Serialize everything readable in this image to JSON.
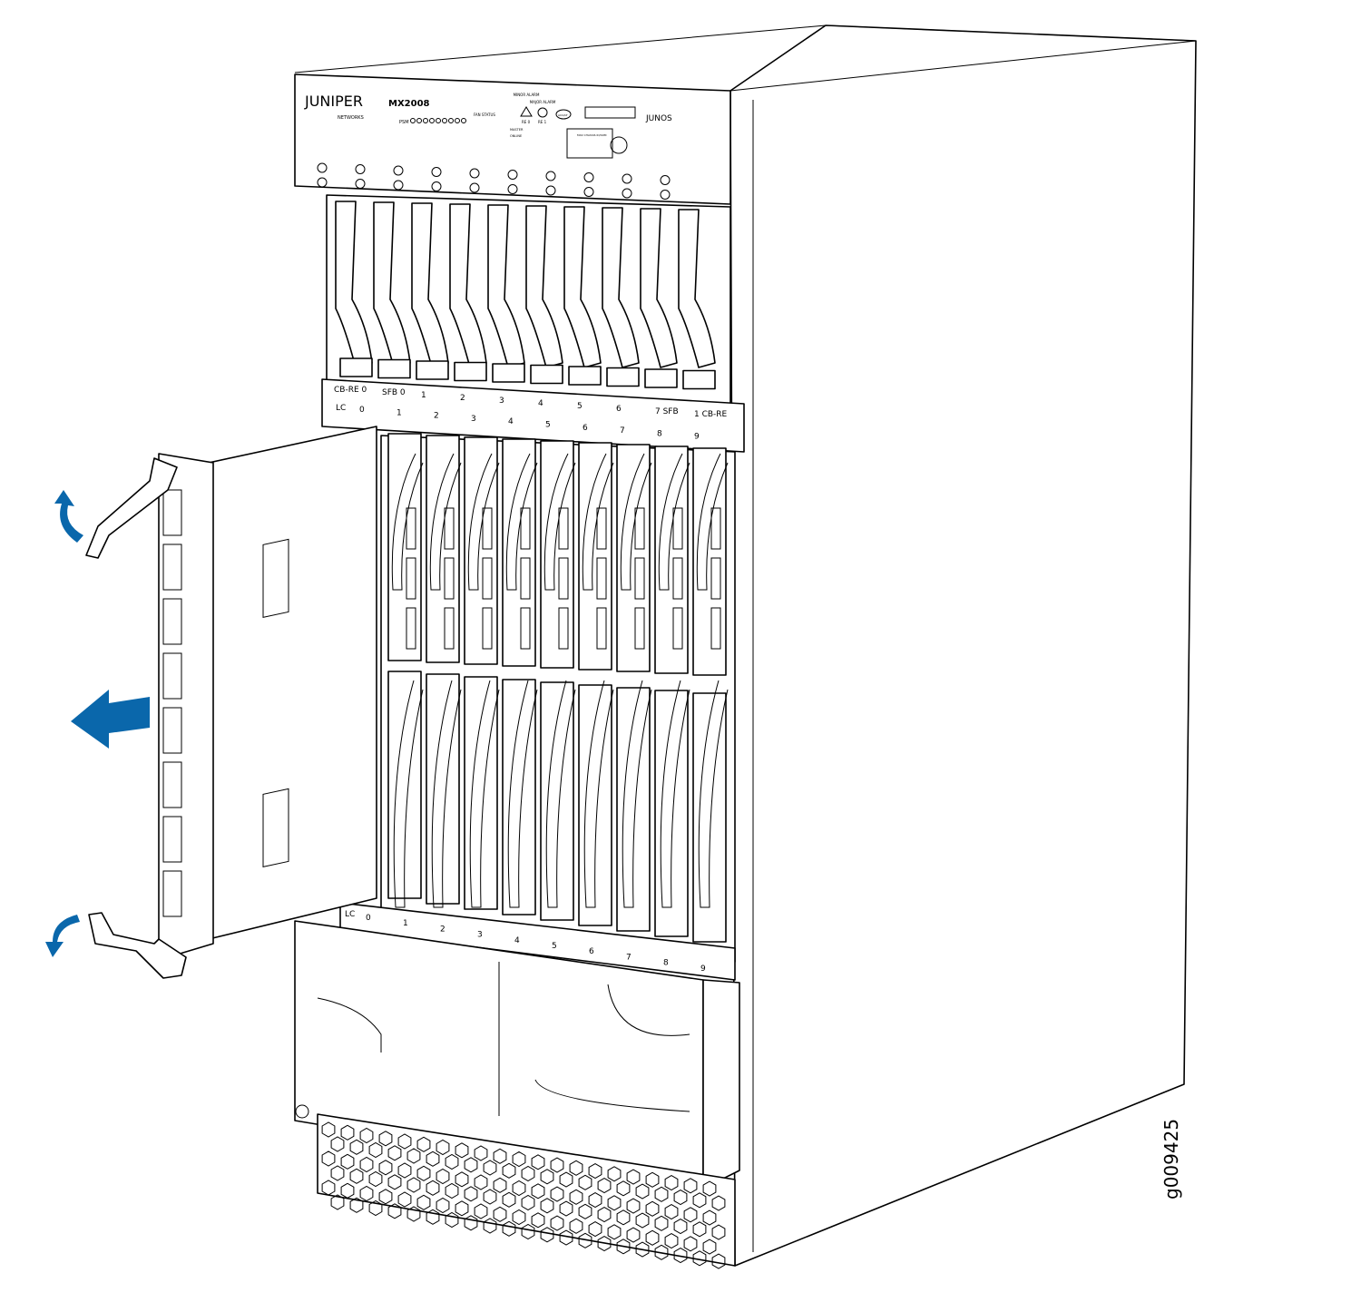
{
  "panel": {
    "brand": "JUNIPER",
    "brand_sub": "NETWORKS",
    "model": "MX2008",
    "os_logo": "JUNOS",
    "minor_alarm": "MINOR ALARM",
    "major_alarm": "MAJOR ALARM",
    "re0": "RE 0",
    "re1": "RE 1",
    "master": "MASTER",
    "online": "ONLINE",
    "aco": "ACO/LT",
    "fan_status": "FAN STATUS",
    "psm": "PSM",
    "craft": "MX2 CHASSIS ID/SDM"
  },
  "upper_row_labels": [
    "CB-RE 0",
    "SFB 0",
    "1",
    "2",
    "3",
    "4",
    "5",
    "6",
    "7 SFB",
    "1 CB-RE"
  ],
  "lc_row_label": "LC",
  "lc_slot_numbers": [
    "0",
    "1",
    "2",
    "3",
    "4",
    "5",
    "6",
    "7",
    "8",
    "9"
  ],
  "bottom_row_label": "LC",
  "bottom_slot_numbers": [
    "0",
    "1",
    "2",
    "3",
    "4",
    "5",
    "6",
    "7",
    "8",
    "9"
  ],
  "figure_id": "g009425",
  "colors": {
    "arrow": "#0a67ab",
    "line": "#000000"
  }
}
